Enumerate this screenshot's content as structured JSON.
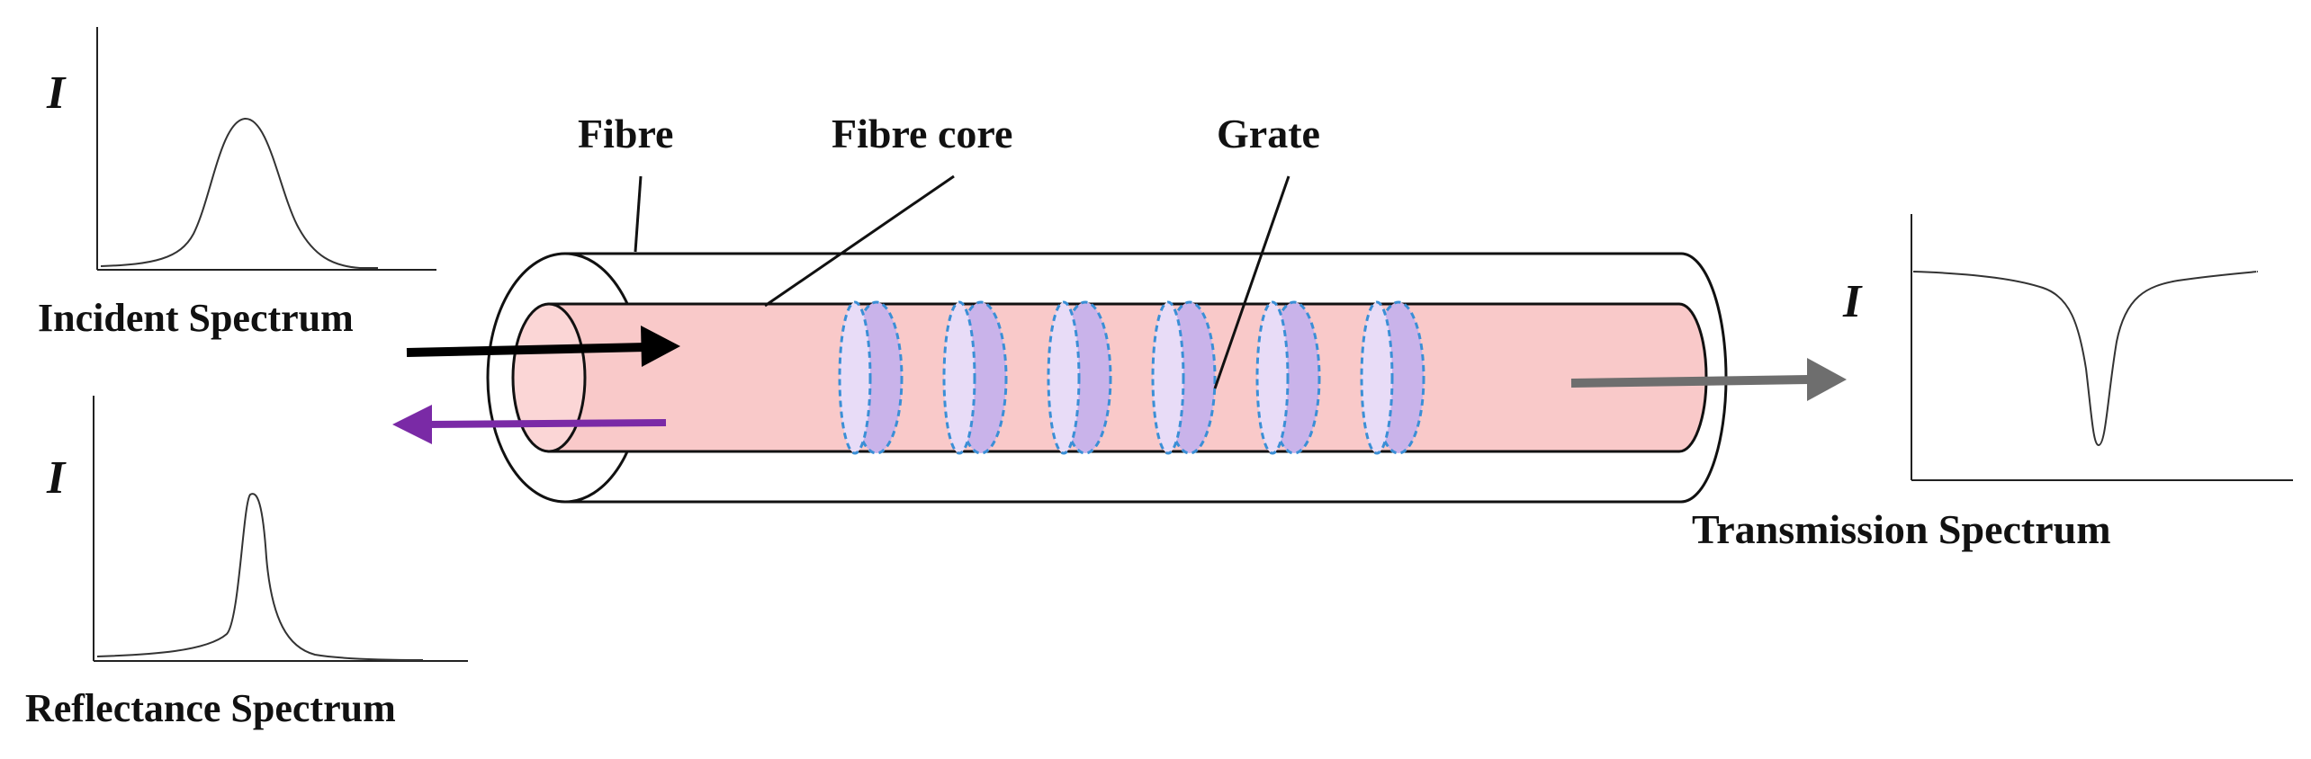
{
  "labels": {
    "fibre": "Fibre",
    "fibre_core": "Fibre core",
    "grate": "Grate",
    "incident": "Incident Spectrum",
    "reflectance": "Reflectance Spectrum",
    "transmission": "Transmission Spectrum",
    "intensity_symbol": "I"
  },
  "colors": {
    "core_fill": "#f9c9c9",
    "grating_fill": "#c9b3ea",
    "grating_edge": "#3a8fd6",
    "incident_arrow": "#000000",
    "reflected_arrow": "#7a2aa6",
    "transmitted_arrow": "#6e6e6e"
  },
  "grating_count": 6
}
